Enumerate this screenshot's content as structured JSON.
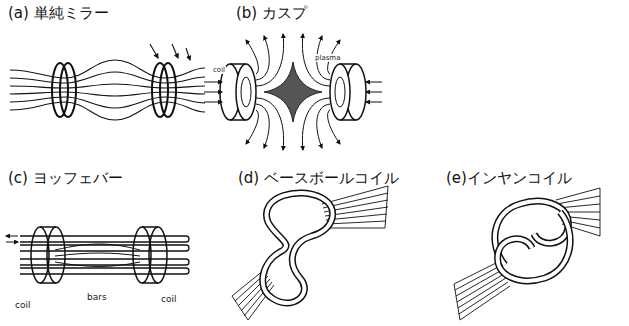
{
  "diagram": {
    "labels": [
      "(a) 単純ミラー",
      "(b) カスプ",
      "(c) ヨッフェバー",
      "(d) ベースボールコイル",
      "(e)インヤンコイル",
      "coil",
      "plasma",
      "bars",
      "coil",
      "coil"
    ]
  }
}
